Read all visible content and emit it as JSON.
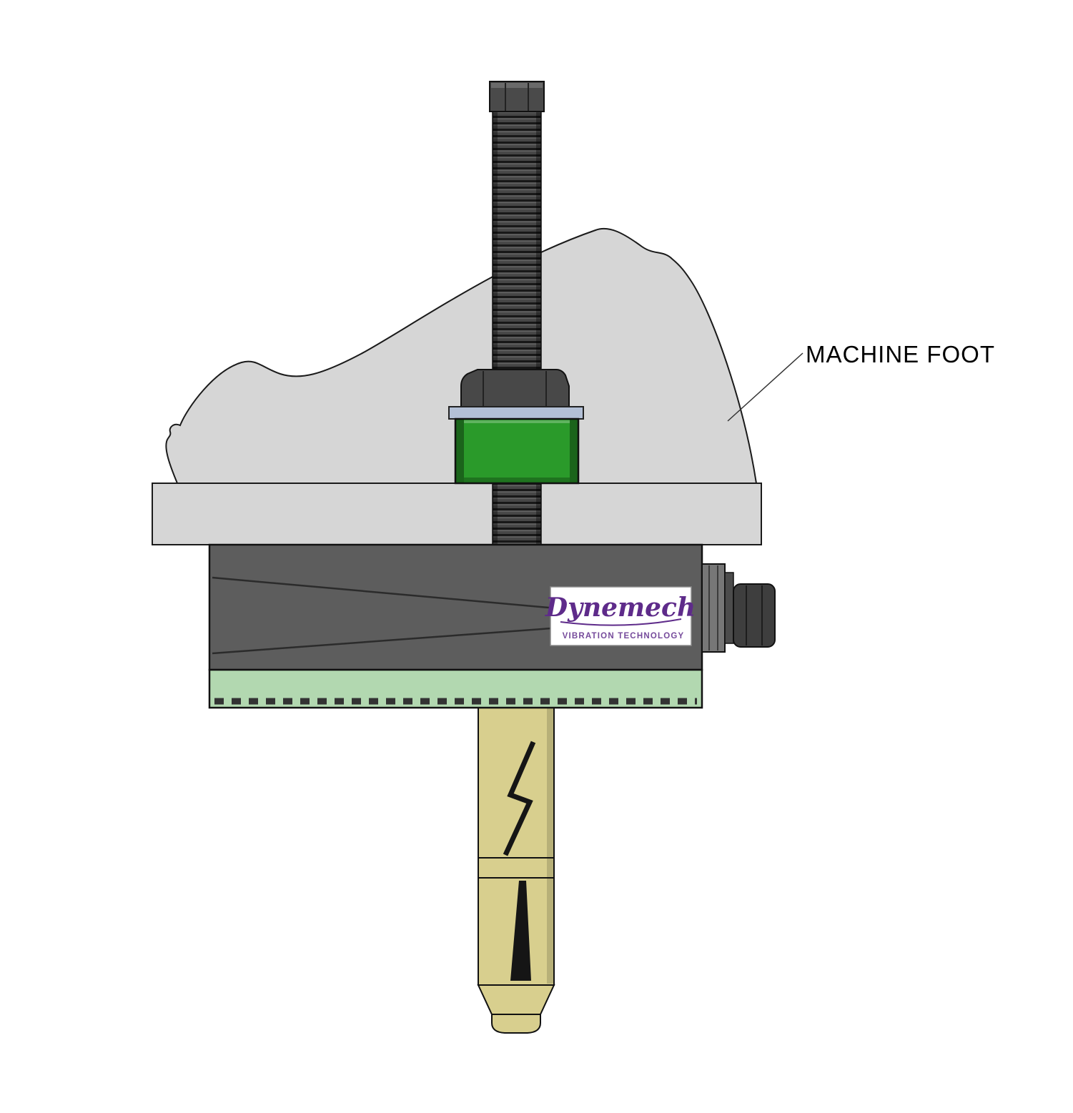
{
  "diagram": {
    "annotation": {
      "machine_foot": "MACHINE FOOT"
    },
    "logo": {
      "brand": "Dynemech",
      "tagline": "VIBRATION TECHNOLOGY"
    },
    "colors": {
      "background": "#ffffff",
      "outline": "#1a1a1a",
      "machine_foot_fill": "#d6d6d6",
      "rod_fill": "#3f3f3f",
      "bolt_head_fill": "#4a4a4a",
      "nut_fill": "#484848",
      "washer_fill": "#b3c0d6",
      "bushing_green": "#2a9a2a",
      "mount_body_fill": "#5d5d5d",
      "side_plate_fill": "#777777",
      "side_nut_fill": "#3e3e3e",
      "pad_green": "#b2d8b0",
      "anchor_fill": "#d8cf8e",
      "logo_purple": "#5e2b8a"
    }
  }
}
